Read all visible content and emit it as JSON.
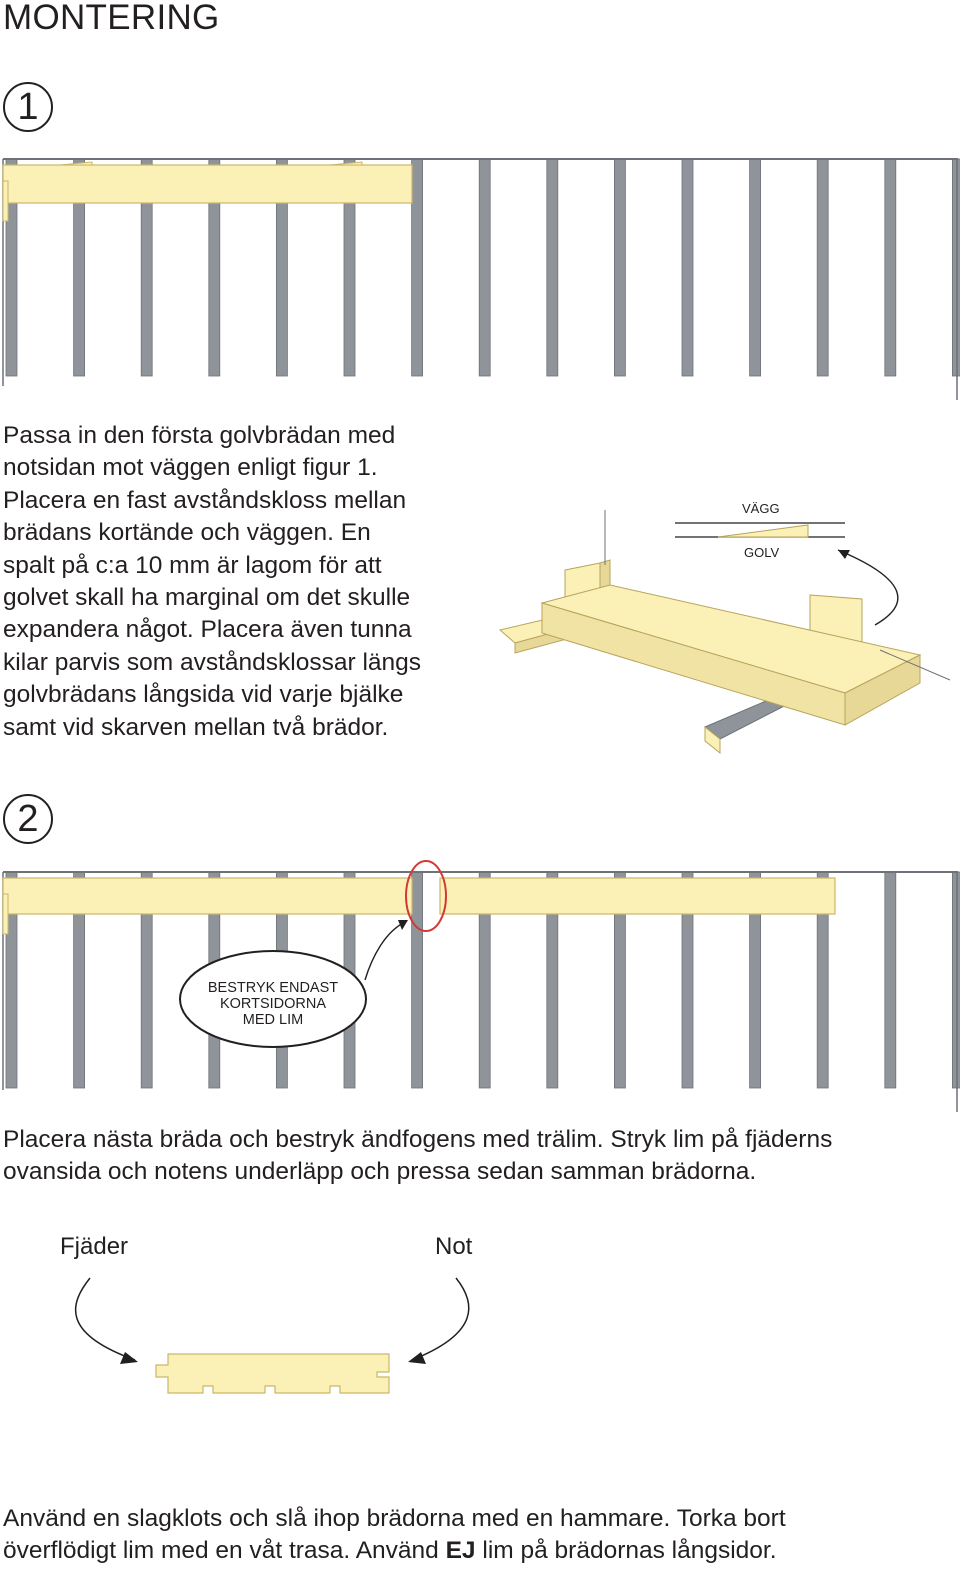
{
  "title": "MONTERING",
  "step1": {
    "number": "1",
    "lines": [
      "Passa in den första golvbrädan med",
      "notsidan mot väggen enligt figur 1.",
      "Placera en fast avståndskloss mellan",
      "brädans kortände och väggen. En",
      "spalt på c:a 10 mm är lagom för att",
      "golvet skall ha marginal om det skulle",
      "expandera något. Placera även tunna",
      "kilar parvis som avståndsklossar längs",
      "golvbrädans långsida vid varje bjälke",
      "samt vid skarven mellan två brädor."
    ],
    "detail_labels": {
      "wall": "VÄGG",
      "floor": "GOLV"
    }
  },
  "step2": {
    "number": "2",
    "callout": [
      "BESTRYK ENDAST",
      "KORTSIDORNA",
      "MED LIM"
    ],
    "lines": [
      "Placera nästa bräda och bestryk ändfogens med trälim. Stryk lim på fjäderns",
      "ovansida och notens underläpp och pressa sedan samman brädorna."
    ]
  },
  "profile": {
    "tongue_label": "Fjäder",
    "groove_label": "Not"
  },
  "step3": {
    "line1": "Använd en slagklots och slå ihop brädorna med en hammare. Torka bort",
    "line2_before": "överflödigt lim med en våt trasa. Använd ",
    "line2_bold": "EJ",
    "line2_after": " lim på brädornas långsidor."
  },
  "colors": {
    "joist": "#8f949b",
    "board": "#fbf0b6",
    "board_edge": "#c9b86a",
    "highlight": "#d43a34",
    "ink": "#231f20"
  }
}
